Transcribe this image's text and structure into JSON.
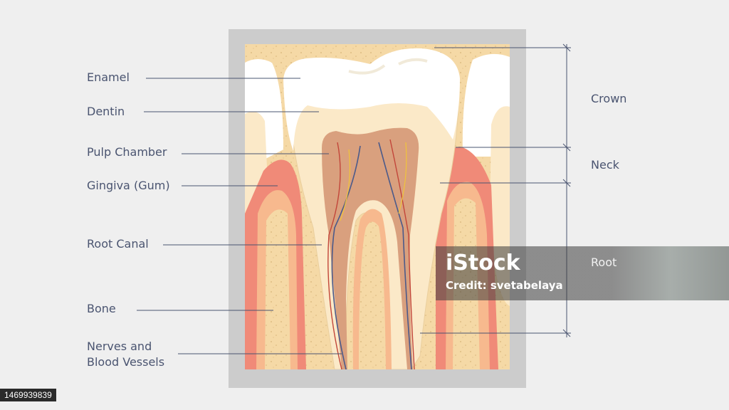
{
  "labels": {
    "enamel": "Enamel",
    "dentin": "Dentin",
    "pulp_chamber": "Pulp Chamber",
    "gingiva": "Gingiva (Gum)",
    "root_canal": "Root Canal",
    "bone": "Bone",
    "nerves": "Nerves and Blood Vessels"
  },
  "regions": {
    "crown": "Crown",
    "neck": "Neck",
    "root": "Root"
  },
  "watermark": {
    "logo": "iStock",
    "credit": "Credit: svetabelaya"
  },
  "stock_id": "1469939839",
  "colors": {
    "background": "#efefef",
    "frame": "#cccccc",
    "bone": "#f5d9a6",
    "enamel": "#ffffff",
    "dentin": "#fbe9c8",
    "pulp": "#d9a07e",
    "gum": "#f08a78",
    "leader": "#4a5470"
  }
}
